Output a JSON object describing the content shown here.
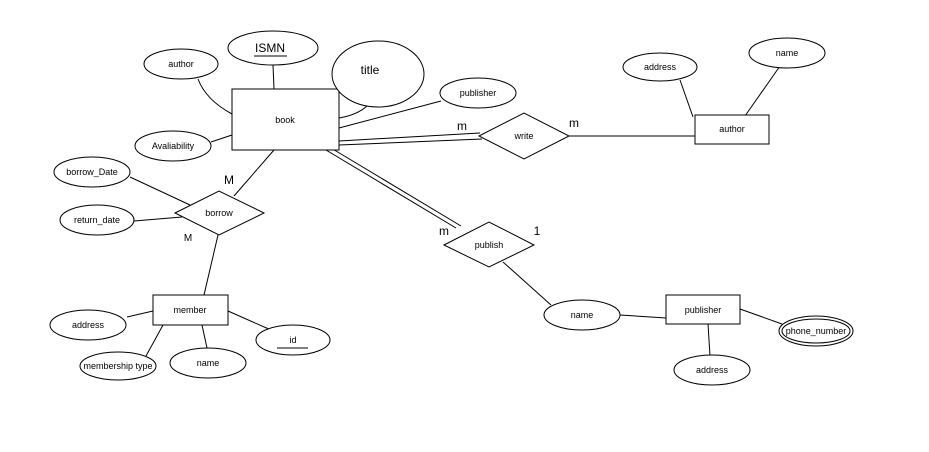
{
  "diagram": {
    "entities": {
      "book": "book",
      "author": "author",
      "member": "member",
      "publisher": "publisher"
    },
    "relationships": {
      "write": "write",
      "borrow": "borrow",
      "publish": "publish"
    },
    "attributes": {
      "book_author": "author",
      "book_isbn": "ISMN",
      "book_title": "title",
      "book_publisher": "publisher",
      "book_availability": "Avaliability",
      "author_address": "address",
      "author_name": "name",
      "borrow_date": "borrow_Date",
      "return_date": "return_date",
      "member_address": "address",
      "member_type": "membership type",
      "member_name": "name",
      "member_id": "id",
      "publisher_name": "name",
      "publisher_address": "address",
      "publisher_phone": "phone_number"
    },
    "cardinalities": {
      "write_book": "m",
      "write_author": "m",
      "borrow_book": "M",
      "borrow_member": "M",
      "publish_book": "m",
      "publish_publisher": "1"
    }
  }
}
